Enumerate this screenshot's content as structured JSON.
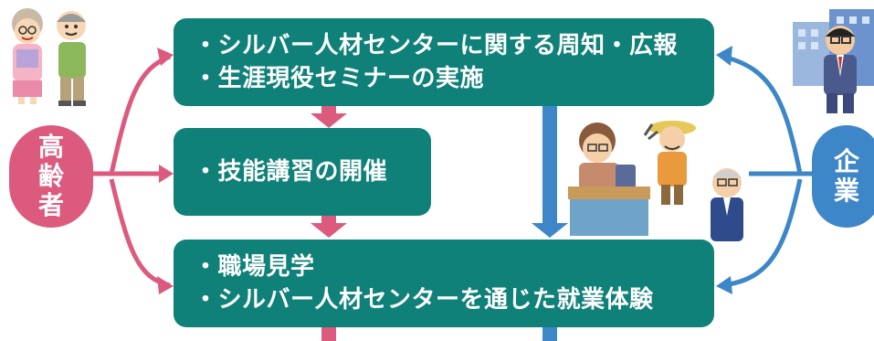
{
  "flow": {
    "box1": {
      "lines": [
        "・シルバー人材センターに関する周知・広報",
        "・生涯現役セミナーの実施"
      ]
    },
    "box2": {
      "lines": [
        "・技能講習の開催"
      ]
    },
    "box3": {
      "lines": [
        "・職場見学",
        "・シルバー人材センターを通じた就業体験"
      ]
    }
  },
  "actors": {
    "senior": {
      "label_chars": [
        "高",
        "齢",
        "者"
      ]
    },
    "company": {
      "label_chars": [
        "企",
        "業"
      ]
    }
  },
  "colors": {
    "box": "#0f8178",
    "senior_pink": "#dd5a7f",
    "company_blue": "#3d86c8"
  },
  "icons": [
    "elderly-couple-icon",
    "businessman-building-icon",
    "senior-workers-icon"
  ]
}
